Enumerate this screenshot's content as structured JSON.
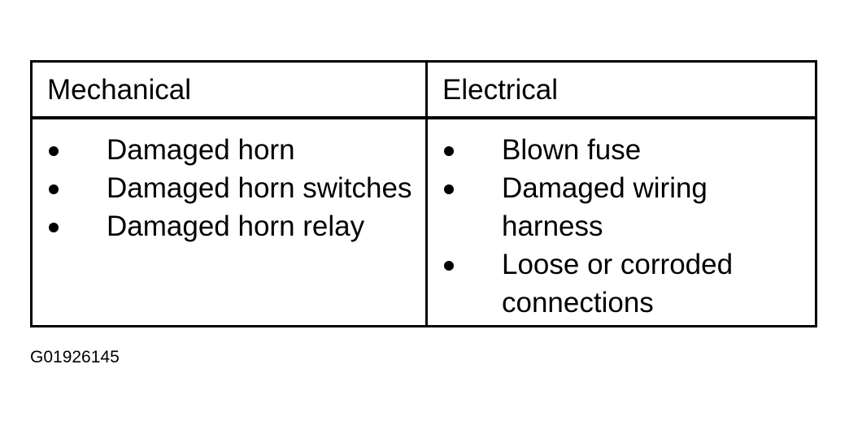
{
  "table": {
    "columns": [
      {
        "header": "Mechanical",
        "items": [
          "Damaged horn",
          "Damaged horn switches",
          "Damaged horn relay"
        ]
      },
      {
        "header": "Electrical",
        "items": [
          "Blown fuse",
          "Damaged wiring harness",
          "Loose or corroded connections"
        ]
      }
    ]
  },
  "figure_id": "G01926145",
  "icons": {
    "bullet": "bullet-icon"
  },
  "colors": {
    "text": "#000000",
    "border": "#000000",
    "background": "#ffffff"
  }
}
